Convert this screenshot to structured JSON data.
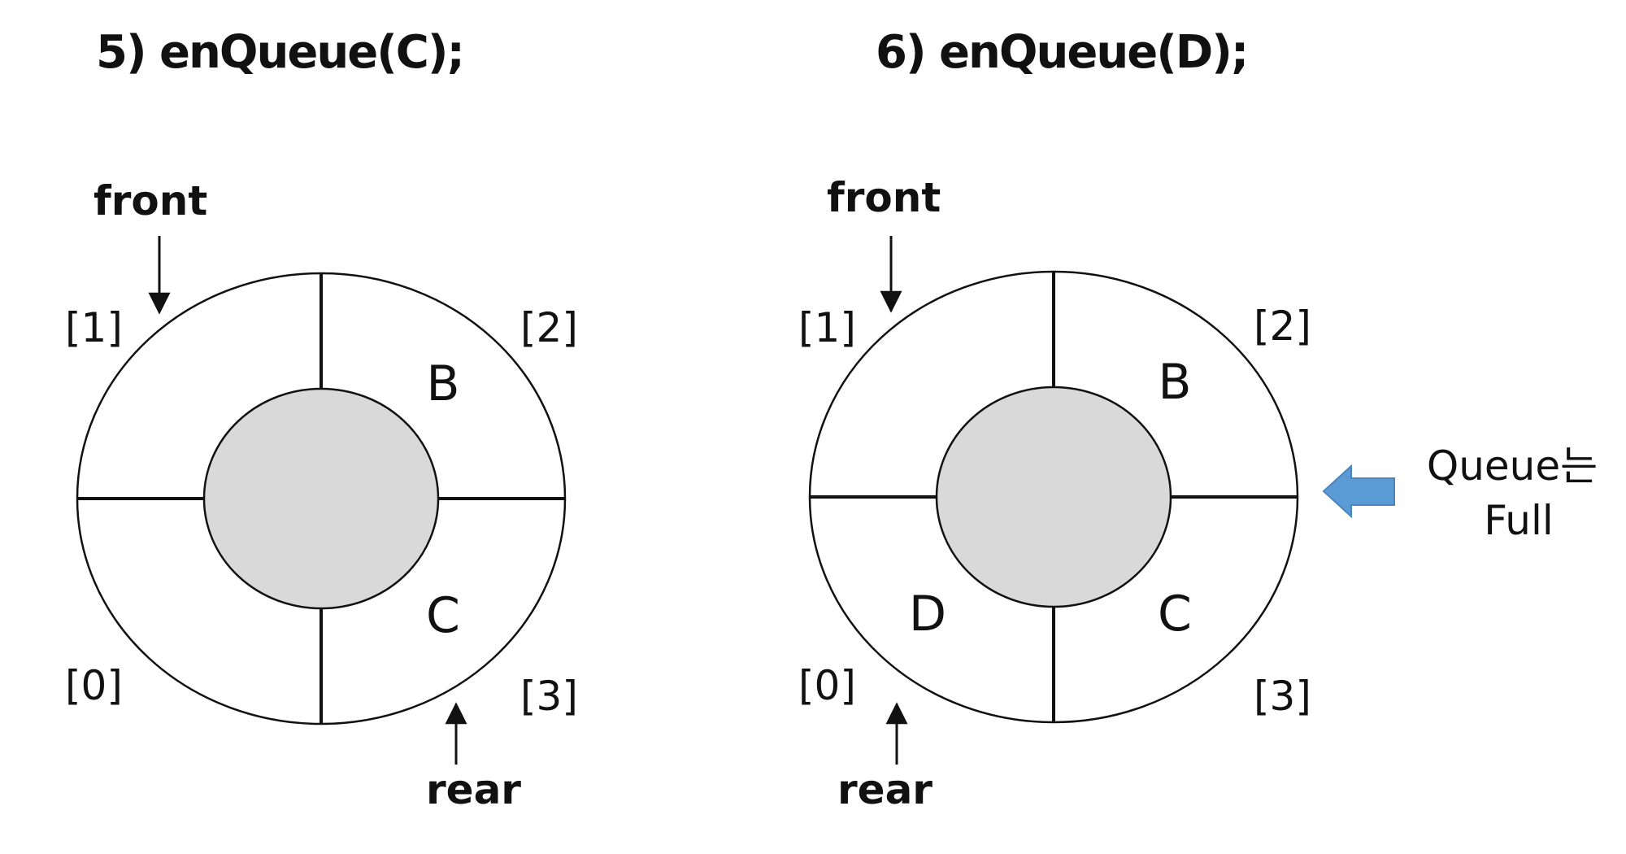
{
  "diagrams": [
    {
      "title": "5) enQueue(C);",
      "front_label": "front",
      "rear_label": "rear",
      "indices": [
        "[0]",
        "[1]",
        "[2]",
        "[3]"
      ],
      "cells": [
        "",
        "",
        "B",
        "C"
      ]
    },
    {
      "title": "6) enQueue(D);",
      "front_label": "front",
      "rear_label": "rear",
      "indices": [
        "[0]",
        "[1]",
        "[2]",
        "[3]"
      ],
      "cells": [
        "D",
        "",
        "B",
        "C"
      ]
    }
  ],
  "note": {
    "line1": "Queue는",
    "line2": "Full"
  },
  "colors": {
    "hub_fill": "#d9d9d9",
    "outline": "#111111",
    "arrow_fill": "#5b9bd5"
  },
  "icons": {
    "full_indicator": "left-arrow-icon"
  }
}
